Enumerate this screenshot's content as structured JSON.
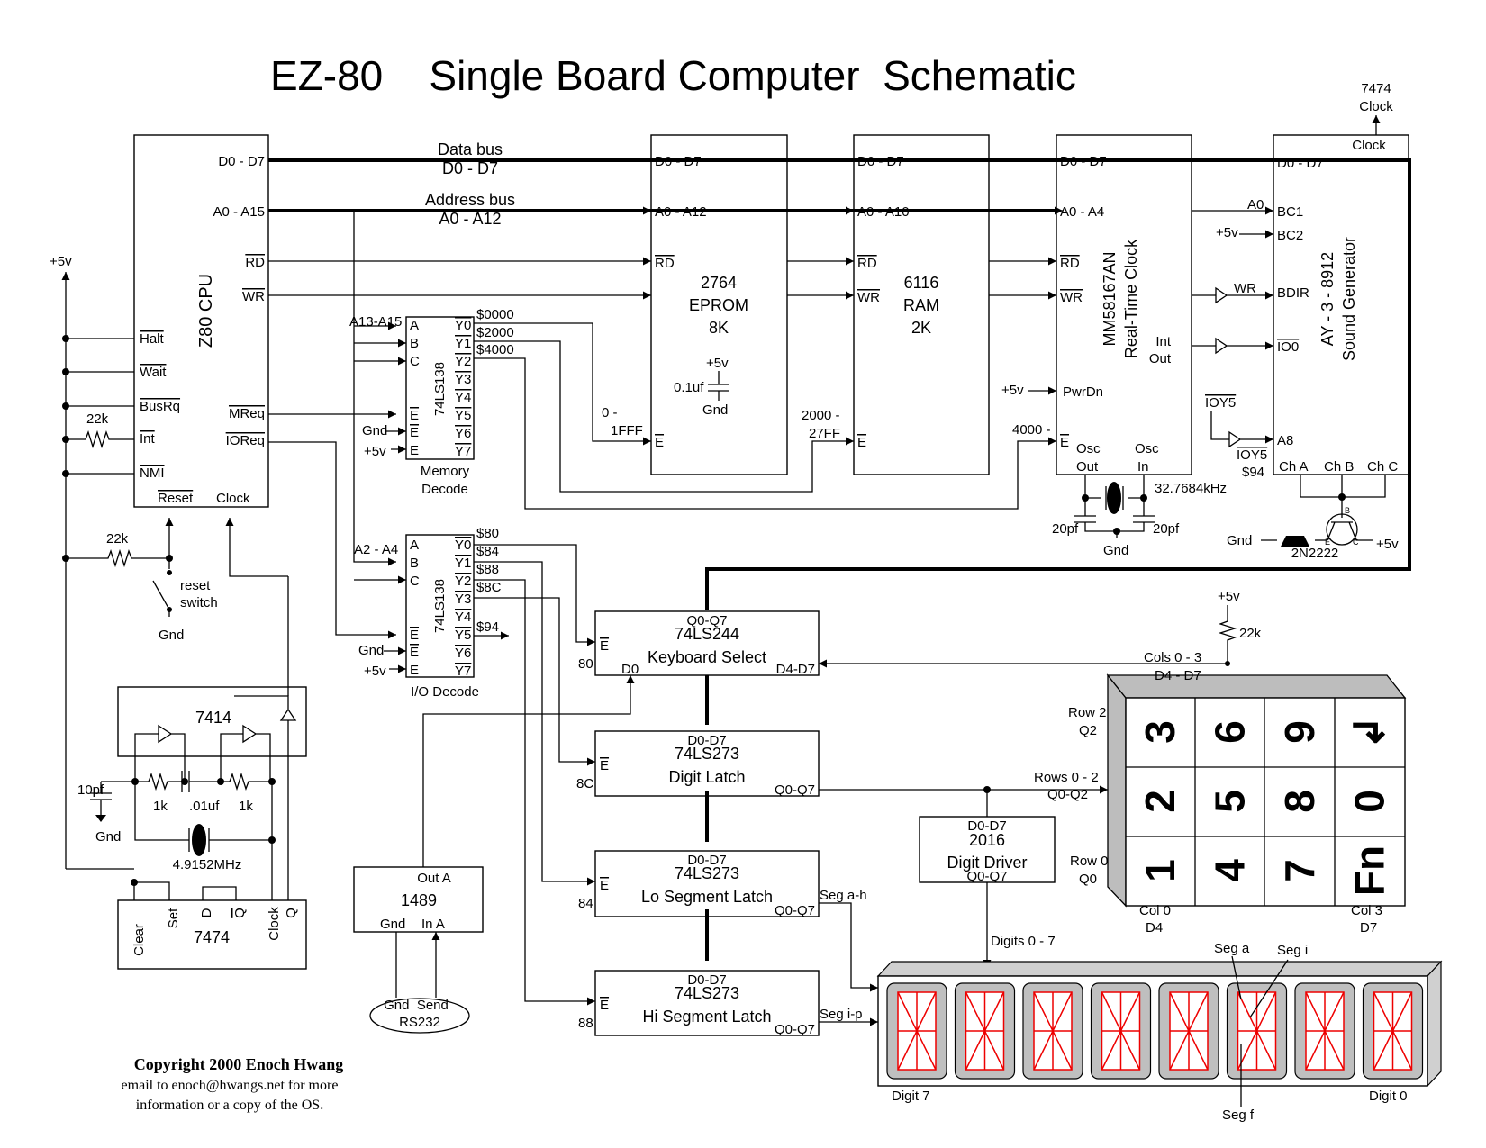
{
  "title": "EZ-80    Single Board Computer  Schematic",
  "cpu": {
    "name": "Z80 CPU",
    "pins": {
      "data": "D0 - D7",
      "addr": "A0 - A15",
      "rd": "RD",
      "wr": "WR",
      "halt": "Halt",
      "wait": "Wait",
      "busrq": "BusRq",
      "int": "Int",
      "nmi": "NMI",
      "mreq": "MReq",
      "ioreq": "IOReq",
      "reset": "Reset",
      "clock": "Clock"
    }
  },
  "bus": {
    "data_l1": "Data bus",
    "data_l2": "D0 - D7",
    "addr_l1": "Address bus",
    "addr_l2": "A0 - A12"
  },
  "plus5v": "+5v",
  "gnd": "Gnd",
  "r22k": "22k",
  "r1k": "1k",
  "reset_l1": "reset",
  "reset_l2": "switch",
  "eprom": {
    "data": "D0 - D7",
    "addr": "A0 - A12",
    "rd": "RD",
    "wr": "WR",
    "e": "E",
    "l1": "2764",
    "l2": "EPROM",
    "l3": "8K",
    "cap": "0.1uf",
    "range1": "0 -",
    "range2": "1FFF"
  },
  "ram": {
    "data": "D0 - D7",
    "addr": "A0 - A10",
    "rd": "RD",
    "wr": "WR",
    "e": "E",
    "l1": "6116",
    "l2": "RAM",
    "l3": "2K",
    "range1": "2000 -",
    "range2": "27FF"
  },
  "rtc": {
    "data": "D0 - D7",
    "addr": "A0 - A4",
    "rd": "RD",
    "wr": "WR",
    "pwrdn": "PwrDn",
    "e": "E",
    "range": "4000 -",
    "l1": "MM58167AN",
    "l2": "Real-Time Clock",
    "int1": "Int",
    "int2": "Out",
    "oscout1": "Osc",
    "oscout2": "Out",
    "oscin1": "Osc",
    "oscin2": "In",
    "xtal": "32.7684kHz",
    "c1": "20pf",
    "c2": "20pf"
  },
  "sound": {
    "data": "D0 - D7",
    "a0": "A0",
    "bc1": "BC1",
    "bc2": "BC2",
    "wr": "WR",
    "bdir": "BDIR",
    "io0": "IO0",
    "ioy5": "IOY5",
    "a8": "A8",
    "ioy5b": "IOY5",
    "addr94": "$94",
    "l1": "AY - 3 - 8912",
    "l2": "Sound Generator",
    "clock": "Clock",
    "cha": "Ch A",
    "chb": "Ch B",
    "chc": "Ch C",
    "ext1": "7474",
    "ext2": "Clock",
    "transistor": "2N2222",
    "pin_b": "B",
    "pin_e": "E",
    "pin_c": "C"
  },
  "memdecode": {
    "name": "74LS138",
    "a": "A",
    "b": "B",
    "c": "C",
    "e": "E",
    "ins": "A13-A15",
    "label1": "Memory",
    "label2": "Decode",
    "y": [
      "Y0",
      "Y1",
      "Y2",
      "Y3",
      "Y4",
      "Y5",
      "Y6",
      "Y7"
    ],
    "addr": [
      "$0000",
      "$2000",
      "$4000"
    ]
  },
  "iodecode": {
    "name": "74LS138",
    "a": "A",
    "b": "B",
    "c": "C",
    "e": "E",
    "ins": "A2 - A4",
    "label": "I/O Decode",
    "y": [
      "Y0",
      "Y1",
      "Y2",
      "Y3",
      "Y4",
      "Y5",
      "Y6",
      "Y7"
    ],
    "addr": [
      "$80",
      "$84",
      "$88",
      "$8C",
      "$94"
    ]
  },
  "clockgen": {
    "ic": "7414",
    "c1": "10pf",
    "c2": ".01uf",
    "xtal": "4.9152MHz"
  },
  "ff": {
    "name": "7474",
    "clear": "Clear",
    "set": "Set",
    "d": "D",
    "qn": "Q",
    "clock": "Clock",
    "q": "Q"
  },
  "kbsel": {
    "top": "Q0-Q7",
    "l1": "74LS244",
    "l2": "Keyboard Select",
    "e": "E",
    "d0": "D0",
    "d4d7": "D4-D7",
    "addr": "80"
  },
  "digitlatch": {
    "top": "D0-D7",
    "l1": "74LS273",
    "l2": "Digit Latch",
    "e": "E",
    "q": "Q0-Q7",
    "addr": "8C"
  },
  "lolatch": {
    "top": "D0-D7",
    "l1": "74LS273",
    "l2": "Lo Segment Latch",
    "e": "E",
    "q": "Q0-Q7",
    "addr": "84",
    "seg": "Seg a-h"
  },
  "hilatch": {
    "top": "D0-D7",
    "l1": "74LS273",
    "l2": "Hi Segment Latch",
    "e": "E",
    "q": "Q0-Q7",
    "addr": "88",
    "seg": "Seg i-p"
  },
  "serial": {
    "outa": "Out A",
    "name": "1489",
    "gnd": "Gnd",
    "ina": "In A",
    "oval1": "Gnd  Send",
    "oval2": "RS232"
  },
  "driver": {
    "top": "D0-D7",
    "l1": "2016",
    "l2": "Digit Driver",
    "q": "Q0-Q7",
    "digits": "Digits 0 - 7"
  },
  "keypad": {
    "keys": [
      [
        "3",
        "6",
        "9",
        "↲"
      ],
      [
        "2",
        "5",
        "8",
        "0"
      ],
      [
        "1",
        "4",
        "7",
        "Fn"
      ]
    ],
    "cols1": "Cols 0 - 3",
    "cols2": "D4 - D7",
    "rows1": "Rows 0 - 2",
    "rows2": "Q0-Q2",
    "row2a": "Row 2",
    "row2b": "Q2",
    "row0a": "Row 0",
    "row0b": "Q0",
    "col0a": "Col 0",
    "col0b": "D4",
    "col3a": "Col 3",
    "col3b": "D7"
  },
  "display": {
    "digit7": "Digit 7",
    "digit0": "Digit 0",
    "sega": "Seg a",
    "segi": "Seg i",
    "segf": "Seg f"
  },
  "copyright": {
    "l1": "Copyright 2000 Enoch Hwang",
    "l2": "email to enoch@hwangs.net for more",
    "l3": "information or a copy of the OS."
  }
}
